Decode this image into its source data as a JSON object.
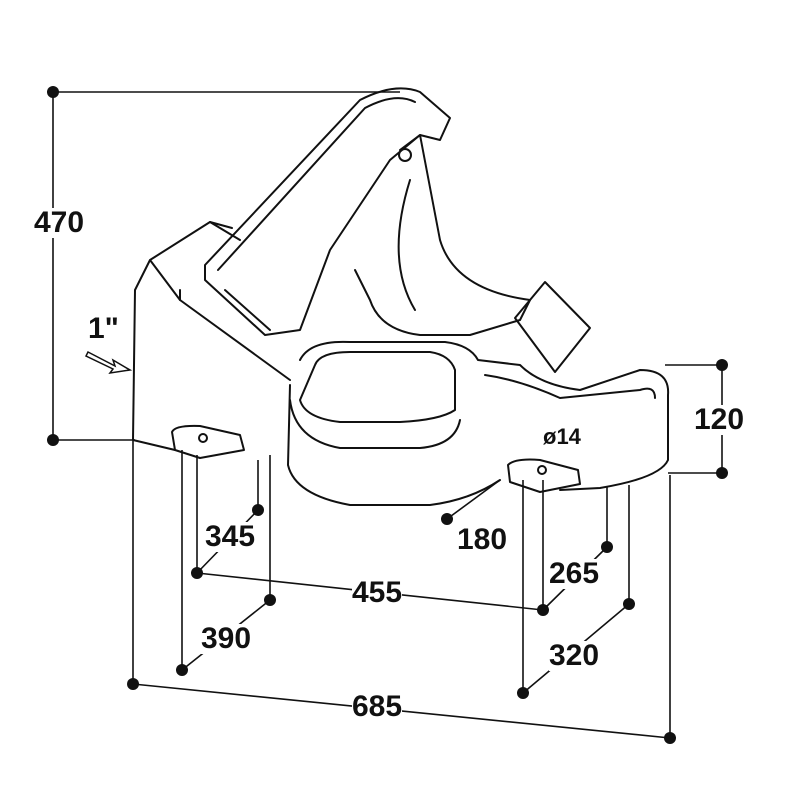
{
  "drawing": {
    "dimensions": {
      "height_total": "470",
      "inlet_size": "1\"",
      "trough_height": "120",
      "hole_diameter": "ø14",
      "inner_offset": "180",
      "depth_left_inner": "345",
      "width_inner": "455",
      "depth_right_inner": "265",
      "depth_left_outer": "390",
      "depth_right_outer": "320",
      "width_total": "685"
    },
    "line_color": "#111111"
  }
}
